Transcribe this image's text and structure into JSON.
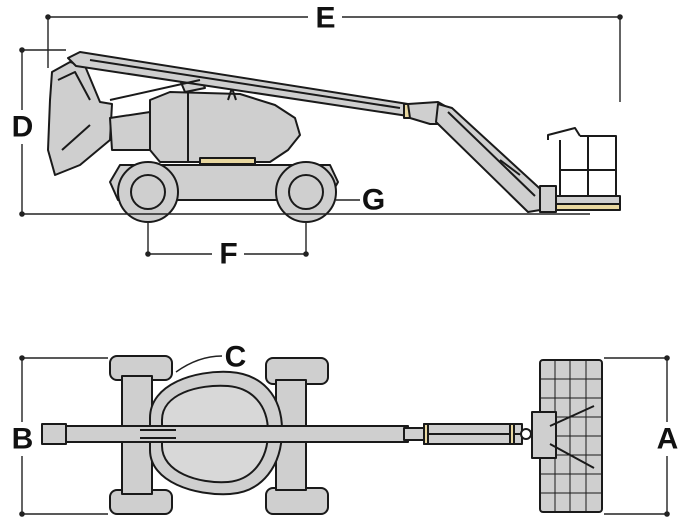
{
  "dimension_labels": {
    "a": "A",
    "b": "B",
    "c": "C",
    "d": "D",
    "e": "E",
    "f": "F",
    "g": "G"
  },
  "colors": {
    "fill": "#cfcfcf",
    "stroke": "#1a1a1a",
    "dimension_line": "#222222"
  }
}
